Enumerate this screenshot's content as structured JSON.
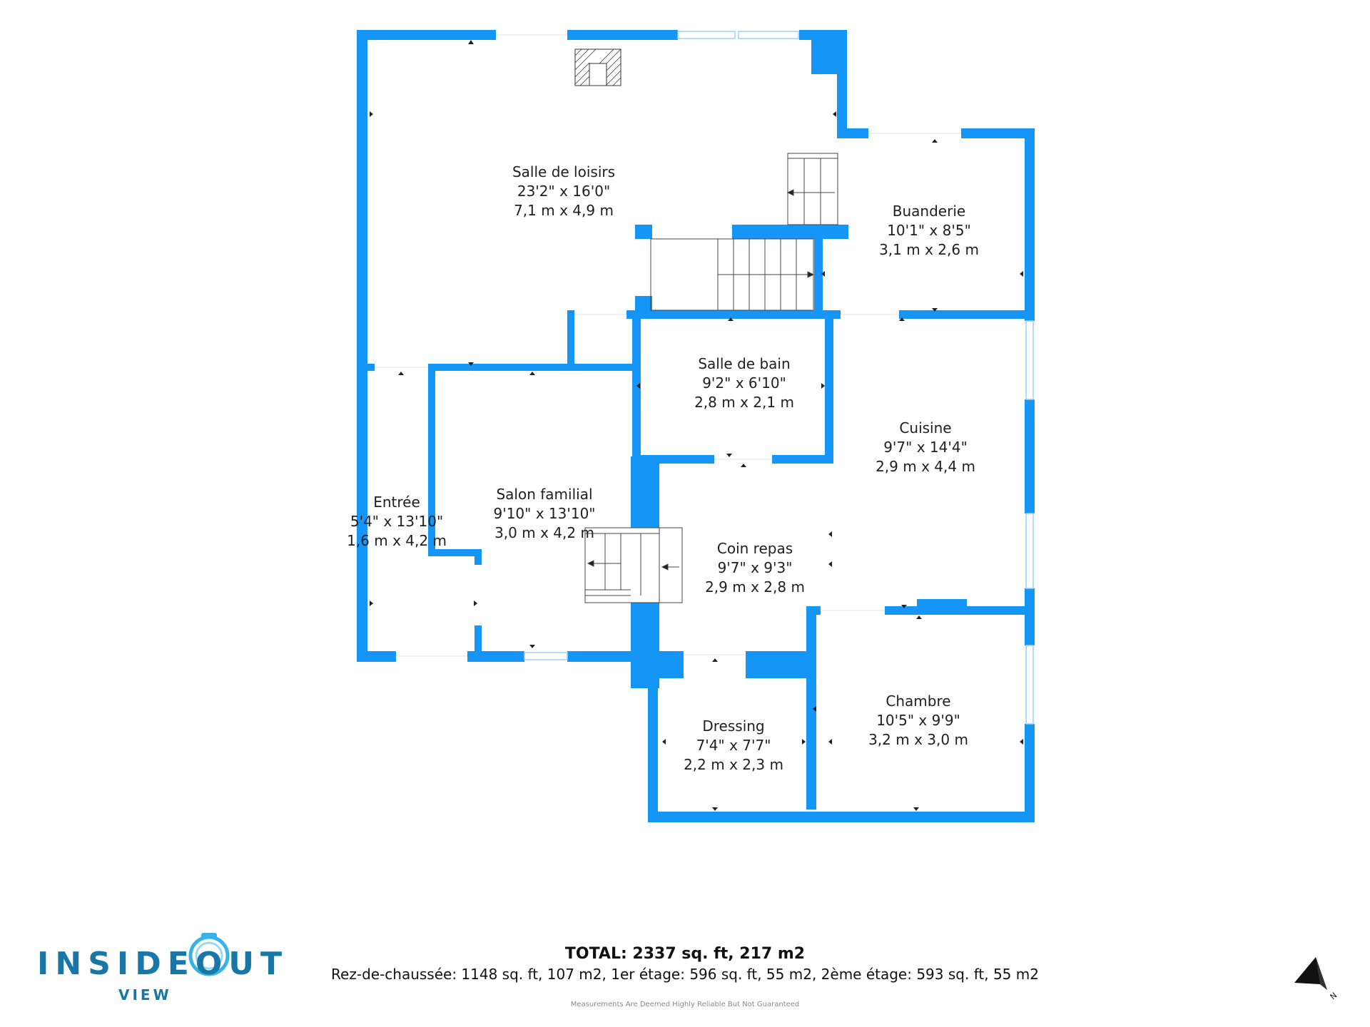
{
  "colors": {
    "wall": "#1596f6",
    "background": "#ffffff",
    "text": "#1f1f1f",
    "logo": "#1877a6"
  },
  "rooms": {
    "salle_de_loisirs": {
      "name": "Salle de loisirs",
      "imperial": "23'2\" x 16'0\"",
      "metric": "7,1 m x 4,9 m"
    },
    "buanderie": {
      "name": "Buanderie",
      "imperial": "10'1\" x 8'5\"",
      "metric": "3,1 m x 2,6 m"
    },
    "salle_de_bain": {
      "name": "Salle de bain",
      "imperial": "9'2\" x 6'10\"",
      "metric": "2,8 m x 2,1 m"
    },
    "cuisine": {
      "name": "Cuisine",
      "imperial": "9'7\" x 14'4\"",
      "metric": "2,9 m x 4,4 m"
    },
    "entree": {
      "name": "Entrée",
      "imperial": "5'4\" x 13'10\"",
      "metric": "1,6 m x 4,2 m"
    },
    "salon_familial": {
      "name": "Salon familial",
      "imperial": "9'10\" x 13'10\"",
      "metric": "3,0 m x 4,2 m"
    },
    "coin_repas": {
      "name": "Coin repas",
      "imperial": "9'7\" x 9'3\"",
      "metric": "2,9 m x 2,8 m"
    },
    "dressing": {
      "name": "Dressing",
      "imperial": "7'4\" x 7'7\"",
      "metric": "2,2 m x 2,3 m"
    },
    "chambre": {
      "name": "Chambre",
      "imperial": "10'5\" x 9'9\"",
      "metric": "3,2 m x 3,0 m"
    }
  },
  "footer": {
    "total": "TOTAL: 2337 sq. ft, 217 m2",
    "breakdown": "Rez-de-chaussée: 1148 sq. ft, 107 m2, 1er étage: 596 sq. ft, 55 m2, 2ème étage: 593 sq. ft, 55 m2",
    "disclaimer": "Measurements Are Deemed Highly Reliable But Not Guaranteed"
  },
  "logo": {
    "main": "INSIDEOUT",
    "sub": "VIEW",
    "icon": "camera-ring-icon"
  },
  "compass": {
    "label": "N",
    "icon": "north-arrow-icon"
  }
}
